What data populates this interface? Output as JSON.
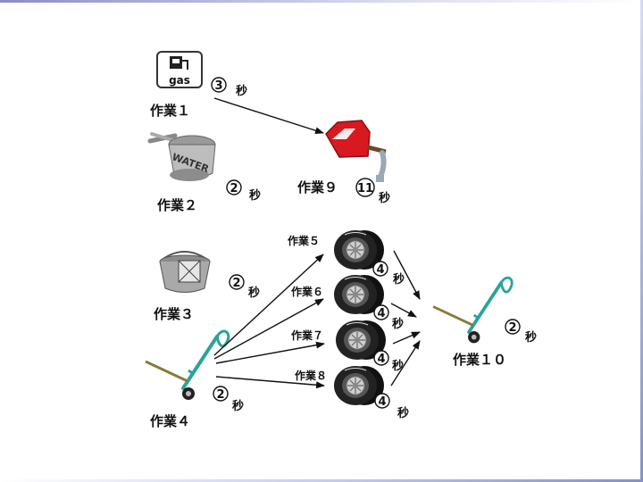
{
  "tasks": {
    "t1": {
      "label": "作業１",
      "duration": "3",
      "unit": "秒"
    },
    "t2": {
      "label": "作業２",
      "duration": "2",
      "unit": "秒"
    },
    "t3": {
      "label": "作業３",
      "duration": "2",
      "unit": "秒"
    },
    "t4": {
      "label": "作業４",
      "duration": "2",
      "unit": "秒"
    },
    "t5": {
      "label": "作業５",
      "duration": "4",
      "unit": "秒"
    },
    "t6": {
      "label": "作業６",
      "duration": "4",
      "unit": "秒"
    },
    "t7": {
      "label": "作業７",
      "duration": "4",
      "unit": "秒"
    },
    "t8": {
      "label": "作業８",
      "duration": "4",
      "unit": "秒"
    },
    "t9": {
      "label": "作業９",
      "duration": "11",
      "unit": "秒"
    },
    "t10": {
      "label": "作業１０",
      "duration": "2",
      "unit": "秒"
    }
  },
  "icons": {
    "gas_sign_text": "gas",
    "water_tank_text": "WATER"
  },
  "colors": {
    "fuel_can": "#d8191f",
    "trolley": "#2aa39a",
    "tire": "#1b1b1b",
    "frame_accent": "#8a8fc4"
  }
}
